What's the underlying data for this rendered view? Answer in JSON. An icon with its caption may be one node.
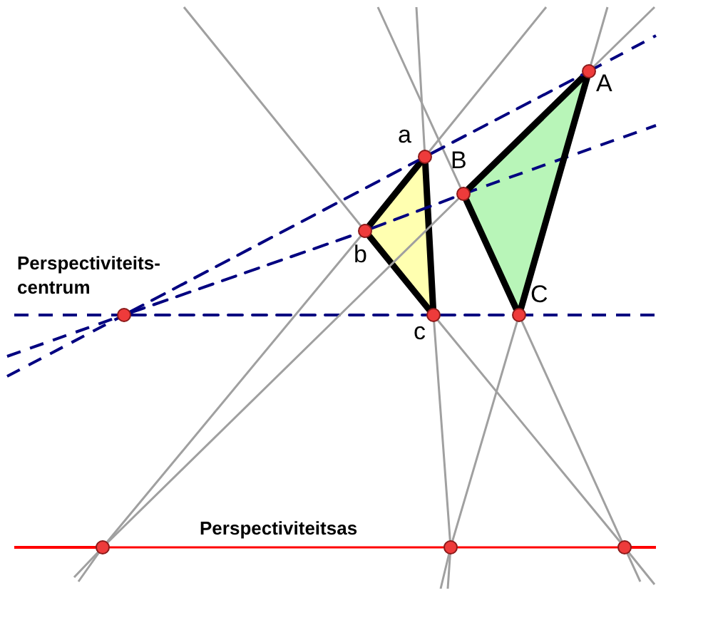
{
  "diagram": {
    "nodes": [
      {
        "text": [],
        "shape": "circle"
      },
      {
        "text": [],
        "shape": "circle",
        "beside": [
          "a"
        ]
      },
      {
        "text": [],
        "shape": "circle",
        "beside": [
          "b"
        ]
      },
      {
        "text": [],
        "shape": "circle",
        "beside": [
          "c"
        ]
      },
      {
        "text": [],
        "shape": "circle",
        "beside": [
          "A"
        ]
      },
      {
        "text": [],
        "shape": "circle",
        "beside": [
          "B"
        ]
      },
      {
        "text": [],
        "shape": "circle",
        "beside": [
          "C"
        ]
      },
      {
        "text": [],
        "shape": "circle"
      },
      {
        "text": [],
        "shape": "circle"
      },
      {
        "text": [],
        "shape": "circle"
      }
    ],
    "edges": [
      {
        "from": 1,
        "to": 2,
        "arrow": "none",
        "style": "thick"
      },
      {
        "from": 2,
        "to": 3,
        "arrow": "none",
        "style": "thick"
      },
      {
        "from": 3,
        "to": 1,
        "arrow": "none",
        "style": "thick"
      },
      {
        "from": 4,
        "to": 5,
        "arrow": "none",
        "style": "thick"
      },
      {
        "from": 5,
        "to": 6,
        "arrow": "none",
        "style": "thick"
      },
      {
        "from": 6,
        "to": 4,
        "arrow": "none",
        "style": "thick"
      },
      {
        "from": 0,
        "to": 1,
        "arrow": "none",
        "style": "dashed",
        "color": "#000080"
      },
      {
        "from": 1,
        "to": 4,
        "arrow": "none",
        "style": "dashed",
        "color": "#000080"
      },
      {
        "from": 0,
        "to": 2,
        "arrow": "none",
        "style": "dashed",
        "color": "#000080"
      },
      {
        "from": 2,
        "to": 5,
        "arrow": "none",
        "style": "dashed",
        "color": "#000080"
      },
      {
        "from": 0,
        "to": 3,
        "arrow": "none",
        "style": "dashed",
        "color": "#000080"
      },
      {
        "from": 3,
        "to": 6,
        "arrow": "none",
        "style": "dashed",
        "color": "#000080"
      },
      {
        "from": 2,
        "to": 7,
        "arrow": "none",
        "color": "#a0a0a0"
      },
      {
        "from": 5,
        "to": 7,
        "arrow": "none",
        "color": "#a0a0a0"
      },
      {
        "from": 3,
        "to": 8,
        "arrow": "none",
        "color": "#a0a0a0"
      },
      {
        "from": 6,
        "to": 8,
        "arrow": "none",
        "color": "#a0a0a0"
      },
      {
        "from": 3,
        "to": 9,
        "arrow": "none",
        "color": "#a0a0a0"
      },
      {
        "from": 6,
        "to": 9,
        "arrow": "none",
        "color": "#a0a0a0"
      },
      {
        "from": 7,
        "to": 8,
        "arrow": "none",
        "color": "#ff0000"
      },
      {
        "from": 8,
        "to": 9,
        "arrow": "none",
        "color": "#ff0000"
      }
    ],
    "labels": [
      "Perspectiviteits-centrum",
      "Perspectiviteitsas"
    ]
  }
}
